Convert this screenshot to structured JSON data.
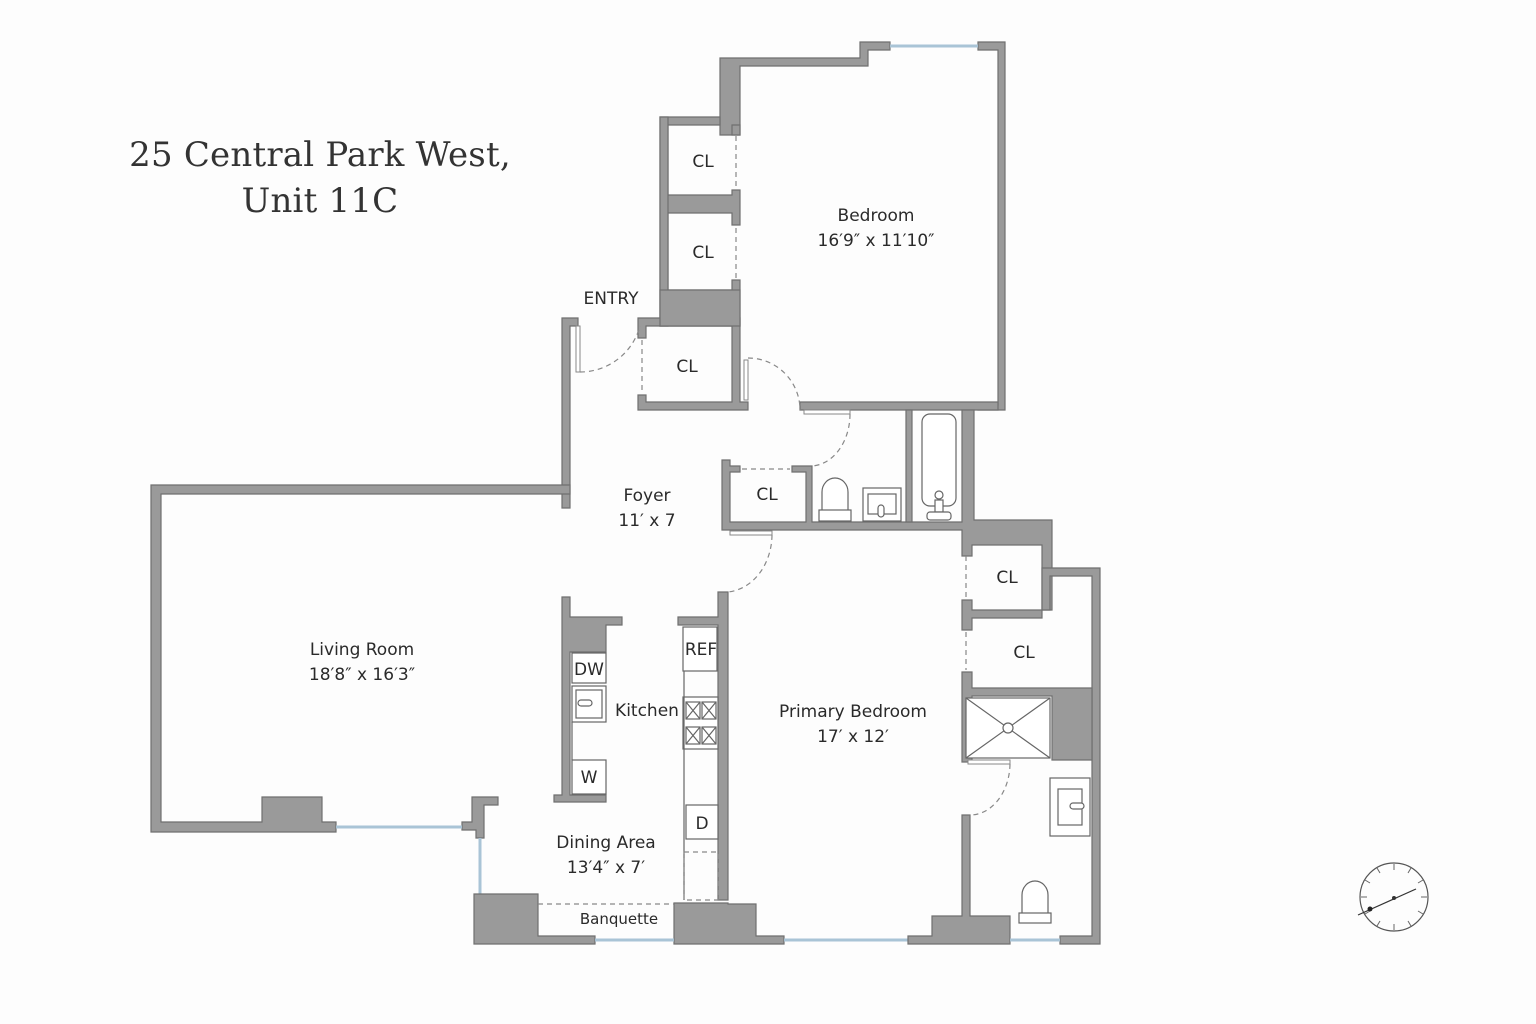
{
  "title": {
    "line1": "25 Central Park West,",
    "line2": "Unit 11C"
  },
  "rooms": {
    "bedroom": {
      "name": "Bedroom",
      "dims": "16′9″ x 11′10″"
    },
    "living": {
      "name": "Living Room",
      "dims": "18′8″ x 16′3″"
    },
    "foyer": {
      "name": "Foyer",
      "dims": "11′ x 7"
    },
    "kitchen": {
      "name": "Kitchen"
    },
    "dining": {
      "name": "Dining Area",
      "dims": "13′4″ x 7′"
    },
    "primary": {
      "name": "Primary Bedroom",
      "dims": "17′ x 12′"
    },
    "banquette": {
      "name": "Banquette"
    },
    "entry": {
      "name": "ENTRY"
    }
  },
  "closets": [
    "CL",
    "CL",
    "CL",
    "CL",
    "CL",
    "CL"
  ],
  "appliances": {
    "dishwasher": "DW",
    "washer": "W",
    "refrigerator": "REF",
    "dryer": "D"
  },
  "colors": {
    "wall": "#9a9a9a",
    "window": "#a9c4d6",
    "background": "#fdfdfd"
  }
}
